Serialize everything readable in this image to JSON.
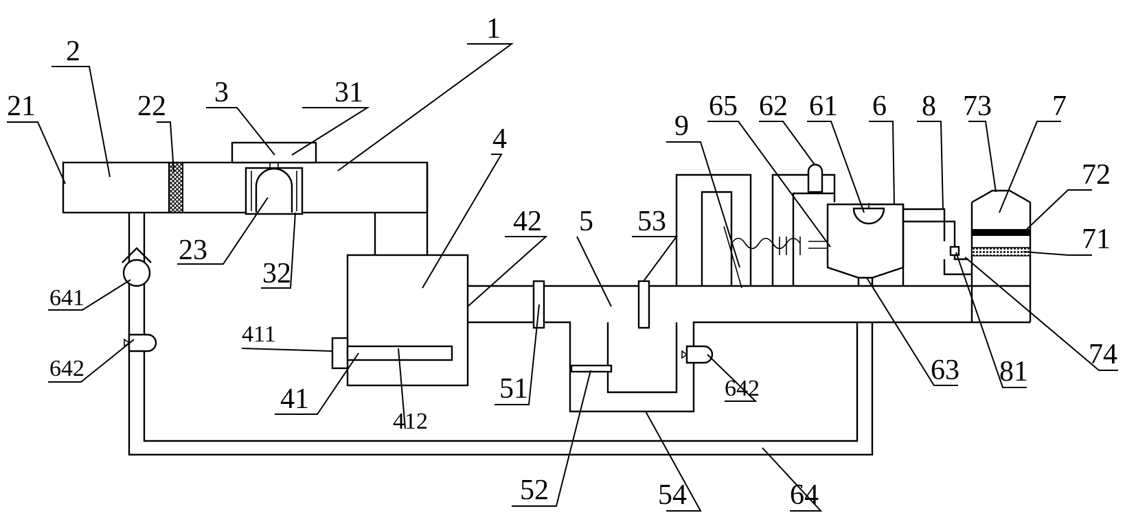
{
  "labels": {
    "l1": "1",
    "l2": "2",
    "l21": "21",
    "l22": "22",
    "l23": "23",
    "l3": "3",
    "l31": "31",
    "l32": "32",
    "l4": "4",
    "l41": "41",
    "l411": "411",
    "l412": "412",
    "l42": "42",
    "l5": "5",
    "l51": "51",
    "l52": "52",
    "l53": "53",
    "l54": "54",
    "l6": "6",
    "l61": "61",
    "l62": "62",
    "l63": "63",
    "l64": "64",
    "l641": "641",
    "l642a": "642",
    "l642b": "642",
    "l65": "65",
    "l7": "7",
    "l71": "71",
    "l72": "72",
    "l73": "73",
    "l74": "74",
    "l8": "8",
    "l81": "81",
    "l9": "9"
  }
}
